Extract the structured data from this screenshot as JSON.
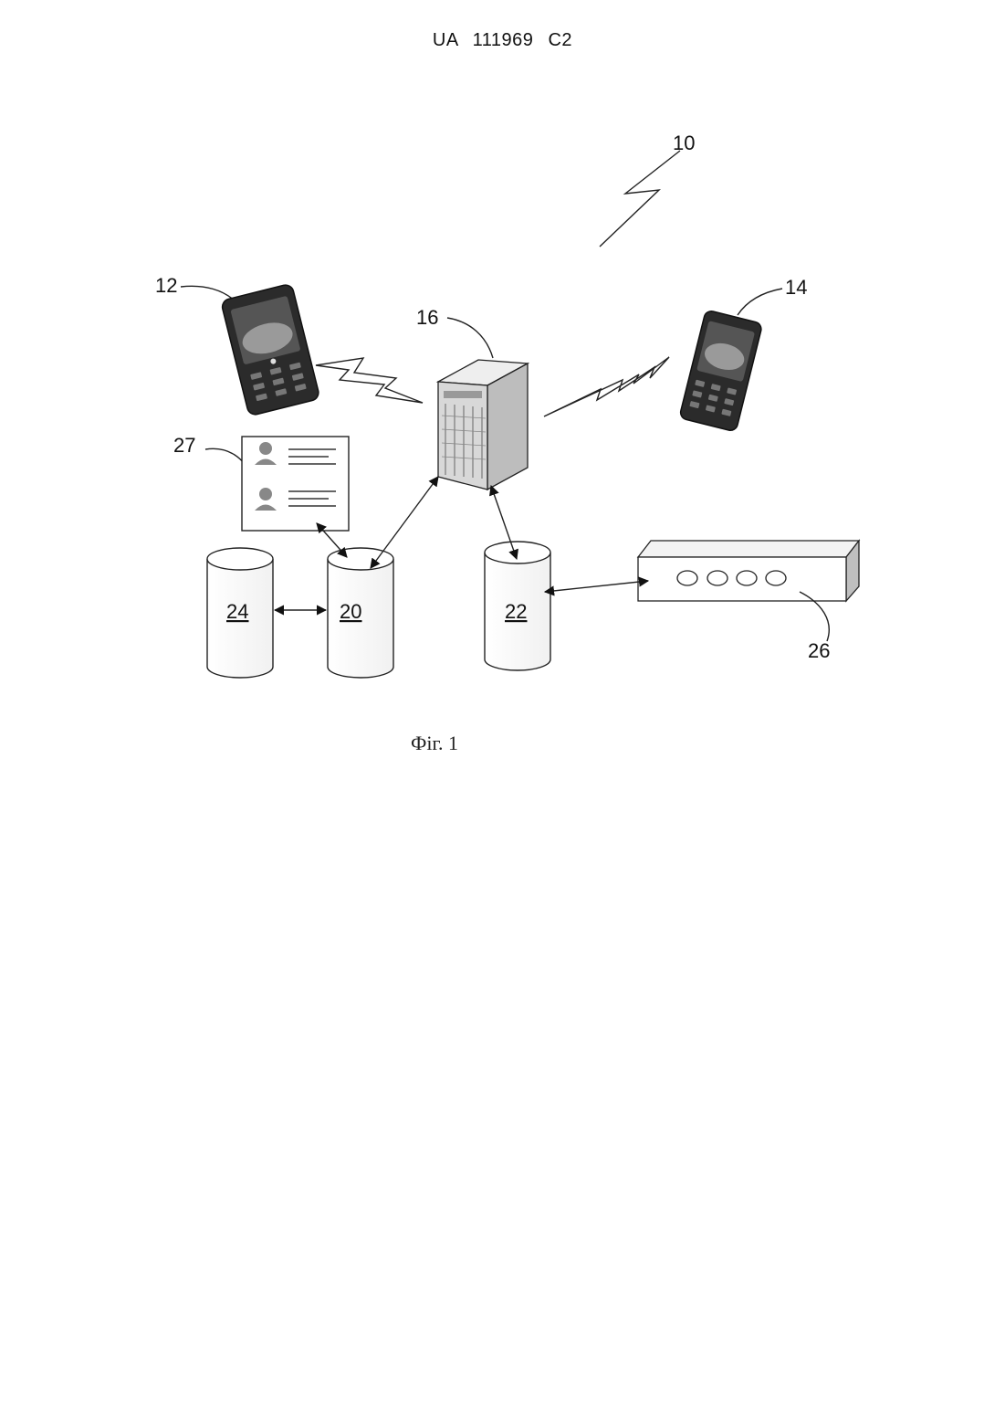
{
  "header": {
    "doc_id": "UA   111969   C2"
  },
  "caption": "Фіг. 1",
  "refs": {
    "system": "10",
    "phone_left": "12",
    "phone_right": "14",
    "server": "16",
    "records": "27",
    "device": "26"
  },
  "databases": {
    "db_24": "24",
    "db_20": "20",
    "db_22": "22"
  },
  "colors": {
    "ink": "#222222",
    "phone_body": "#2a2a2a",
    "server_face": "#d8d8d8"
  }
}
